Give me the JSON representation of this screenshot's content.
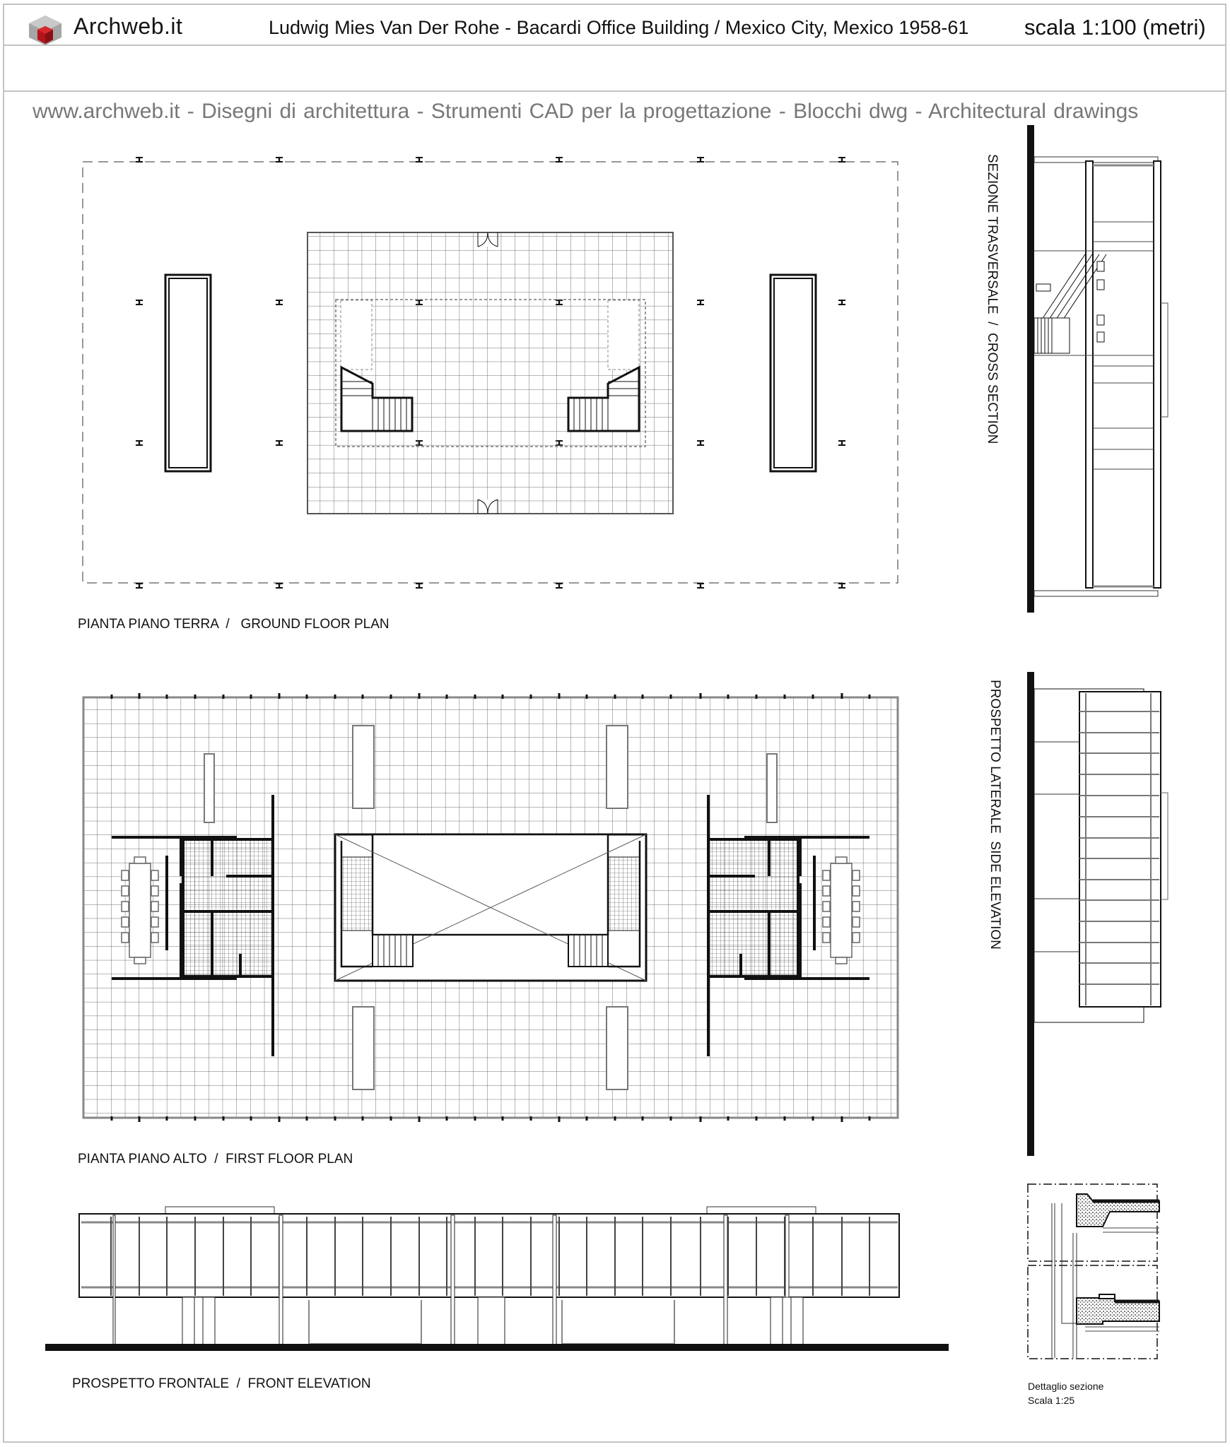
{
  "header": {
    "brand": "Archweb.it",
    "logo_icon": "red-cube-in-gray-box-icon",
    "title": "Ludwig Mies Van Der Rohe - Bacardi Office Building /  Mexico City, Mexico 1958-61",
    "scale": "scala 1:100 (metri)",
    "tagline": "www.archweb.it  -   Disegni di architettura - Strumenti CAD  per la progettazione - Blocchi dwg  -  Architectural drawings"
  },
  "colors": {
    "logo_red": "#b3141b",
    "logo_gray": "#9a9a9a",
    "border_gray": "#c4c4c4",
    "tagline_gray": "#777777",
    "line_black": "#111111",
    "grid_gray": "#8a8a8a"
  },
  "drawings": {
    "ground_floor": {
      "label": "PIANTA PIANO TERRA  /   GROUND FLOOR PLAN"
    },
    "first_floor": {
      "label": "PIANTA PIANO ALTO  /  FIRST FLOOR PLAN"
    },
    "front_elevation": {
      "label": "PROSPETTO FRONTALE  /  FRONT ELEVATION"
    },
    "cross_section": {
      "label": "SEZIONE TRASVERSALE  /  CROSS SECTION"
    },
    "side_elevation": {
      "label": "PROSPETTO LATERALE  SIDE ELEVATION"
    },
    "detail": {
      "label_line1": "Dettaglio sezione",
      "label_line2": "Scala 1:25"
    }
  }
}
